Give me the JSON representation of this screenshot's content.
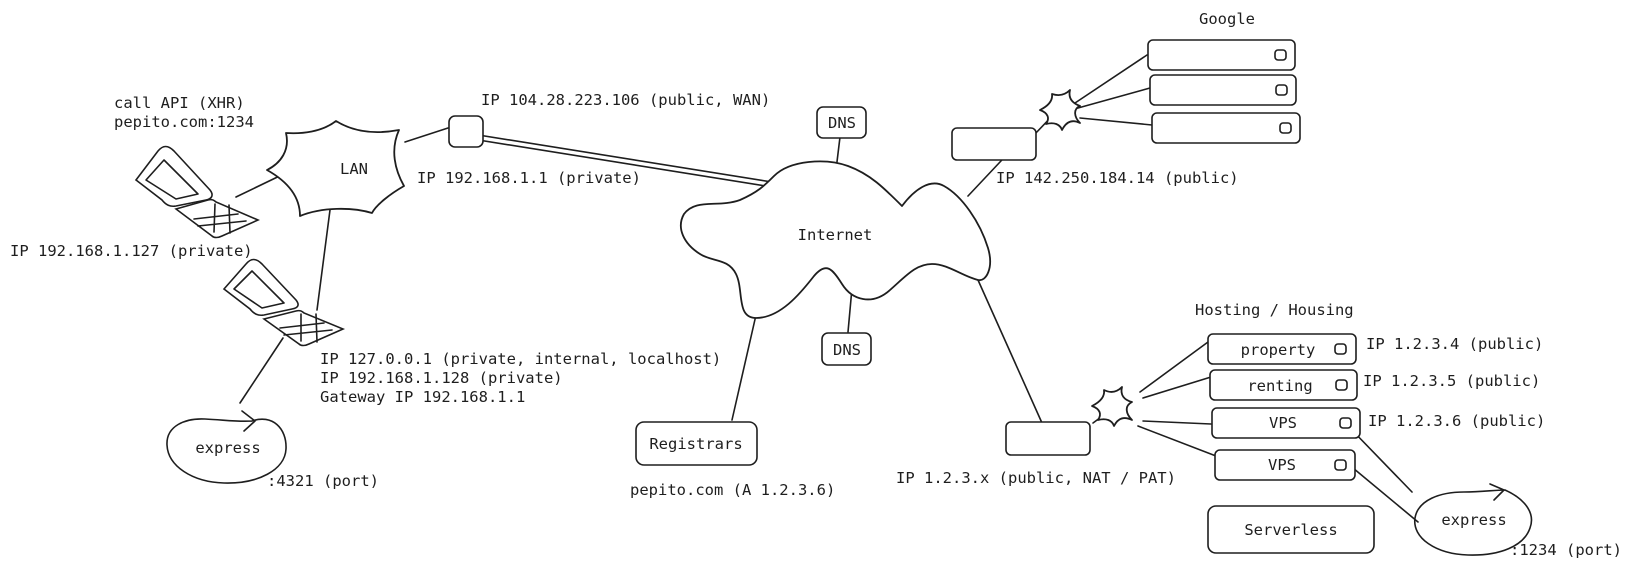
{
  "labels": {
    "call_api": "call API (XHR)",
    "call_api_host": "pepito.com:1234",
    "lan": "LAN",
    "router_public_ip": "IP 104.28.223.106 (public, WAN)",
    "router_private_ip": "IP 192.168.1.1 (private)",
    "laptop1_ip": "IP 192.168.1.127 (private)",
    "laptop2_localhost": "IP 127.0.0.1 (private, internal, localhost)",
    "laptop2_ip": "IP 192.168.1.128 (private)",
    "laptop2_gateway": "Gateway IP 192.168.1.1",
    "local_express": "express",
    "local_express_port": ":4321 (port)",
    "dns_top": "DNS",
    "dns_bottom": "DNS",
    "internet": "Internet",
    "registrars": "Registrars",
    "registrars_record": "pepito.com (A 1.2.3.6)",
    "google": "Google",
    "google_ip": "IP 142.250.184.14 (public)",
    "hosting_title": "Hosting / Housing",
    "hosting_router_ip": "IP 1.2.3.x (public, NAT / PAT)",
    "server_property": "property",
    "server_property_ip": "IP 1.2.3.4 (public)",
    "server_renting": "renting",
    "server_renting_ip": "IP 1.2.3.5 (public)",
    "server_vps1": "VPS",
    "server_vps1_ip": "IP 1.2.3.6 (public)",
    "server_vps2": "VPS",
    "serverless": "Serverless",
    "remote_express": "express",
    "remote_express_port": ":1234 (port)"
  }
}
